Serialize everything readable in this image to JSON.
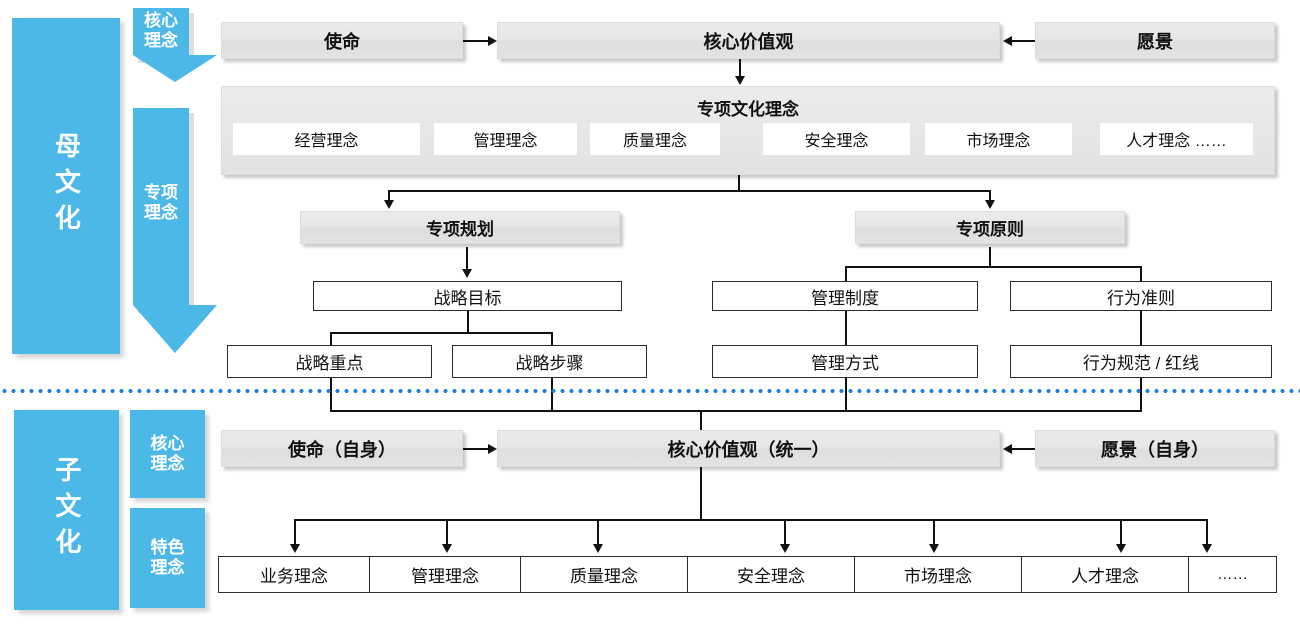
{
  "colors": {
    "brand_blue": "#4cb8e8",
    "divider_blue": "#1f7fe0",
    "bar_grey": "#e6e6e6",
    "outline": "#2b2b2b"
  },
  "parent_culture": {
    "side_label": "母文化",
    "arrows": [
      {
        "label_line1": "核心",
        "label_line2": "理念"
      },
      {
        "label_line1": "专项",
        "label_line2": "理念"
      }
    ],
    "top_row": {
      "mission": "使命",
      "core_values": "核心价值观",
      "vision": "愿景"
    },
    "special_culture_panel": {
      "title": "专项文化理念",
      "items": [
        "经营理念",
        "管理理念",
        "质量理念",
        "安全理念",
        "市场理念",
        "人才理念  ……"
      ]
    },
    "plan_branch": {
      "header": "专项规划",
      "level2": "战略目标",
      "level3": [
        "战略重点",
        "战略步骤"
      ]
    },
    "principle_branch": {
      "header": "专项原则",
      "level2": [
        "管理制度",
        "行为准则"
      ],
      "level3": [
        "管理方式",
        "行为规范 / 红线"
      ]
    }
  },
  "sub_culture": {
    "side_label": "子文化",
    "tags": [
      {
        "label_line1": "核心",
        "label_line2": "理念"
      },
      {
        "label_line1": "特色",
        "label_line2": "理念"
      }
    ],
    "top_row": {
      "mission": "使命（自身）",
      "core_values": "核心价值观（统一）",
      "vision": "愿景（自身）"
    },
    "items": [
      "业务理念",
      "管理理念",
      "质量理念",
      "安全理念",
      "市场理念",
      "人才理念",
      "……"
    ]
  }
}
